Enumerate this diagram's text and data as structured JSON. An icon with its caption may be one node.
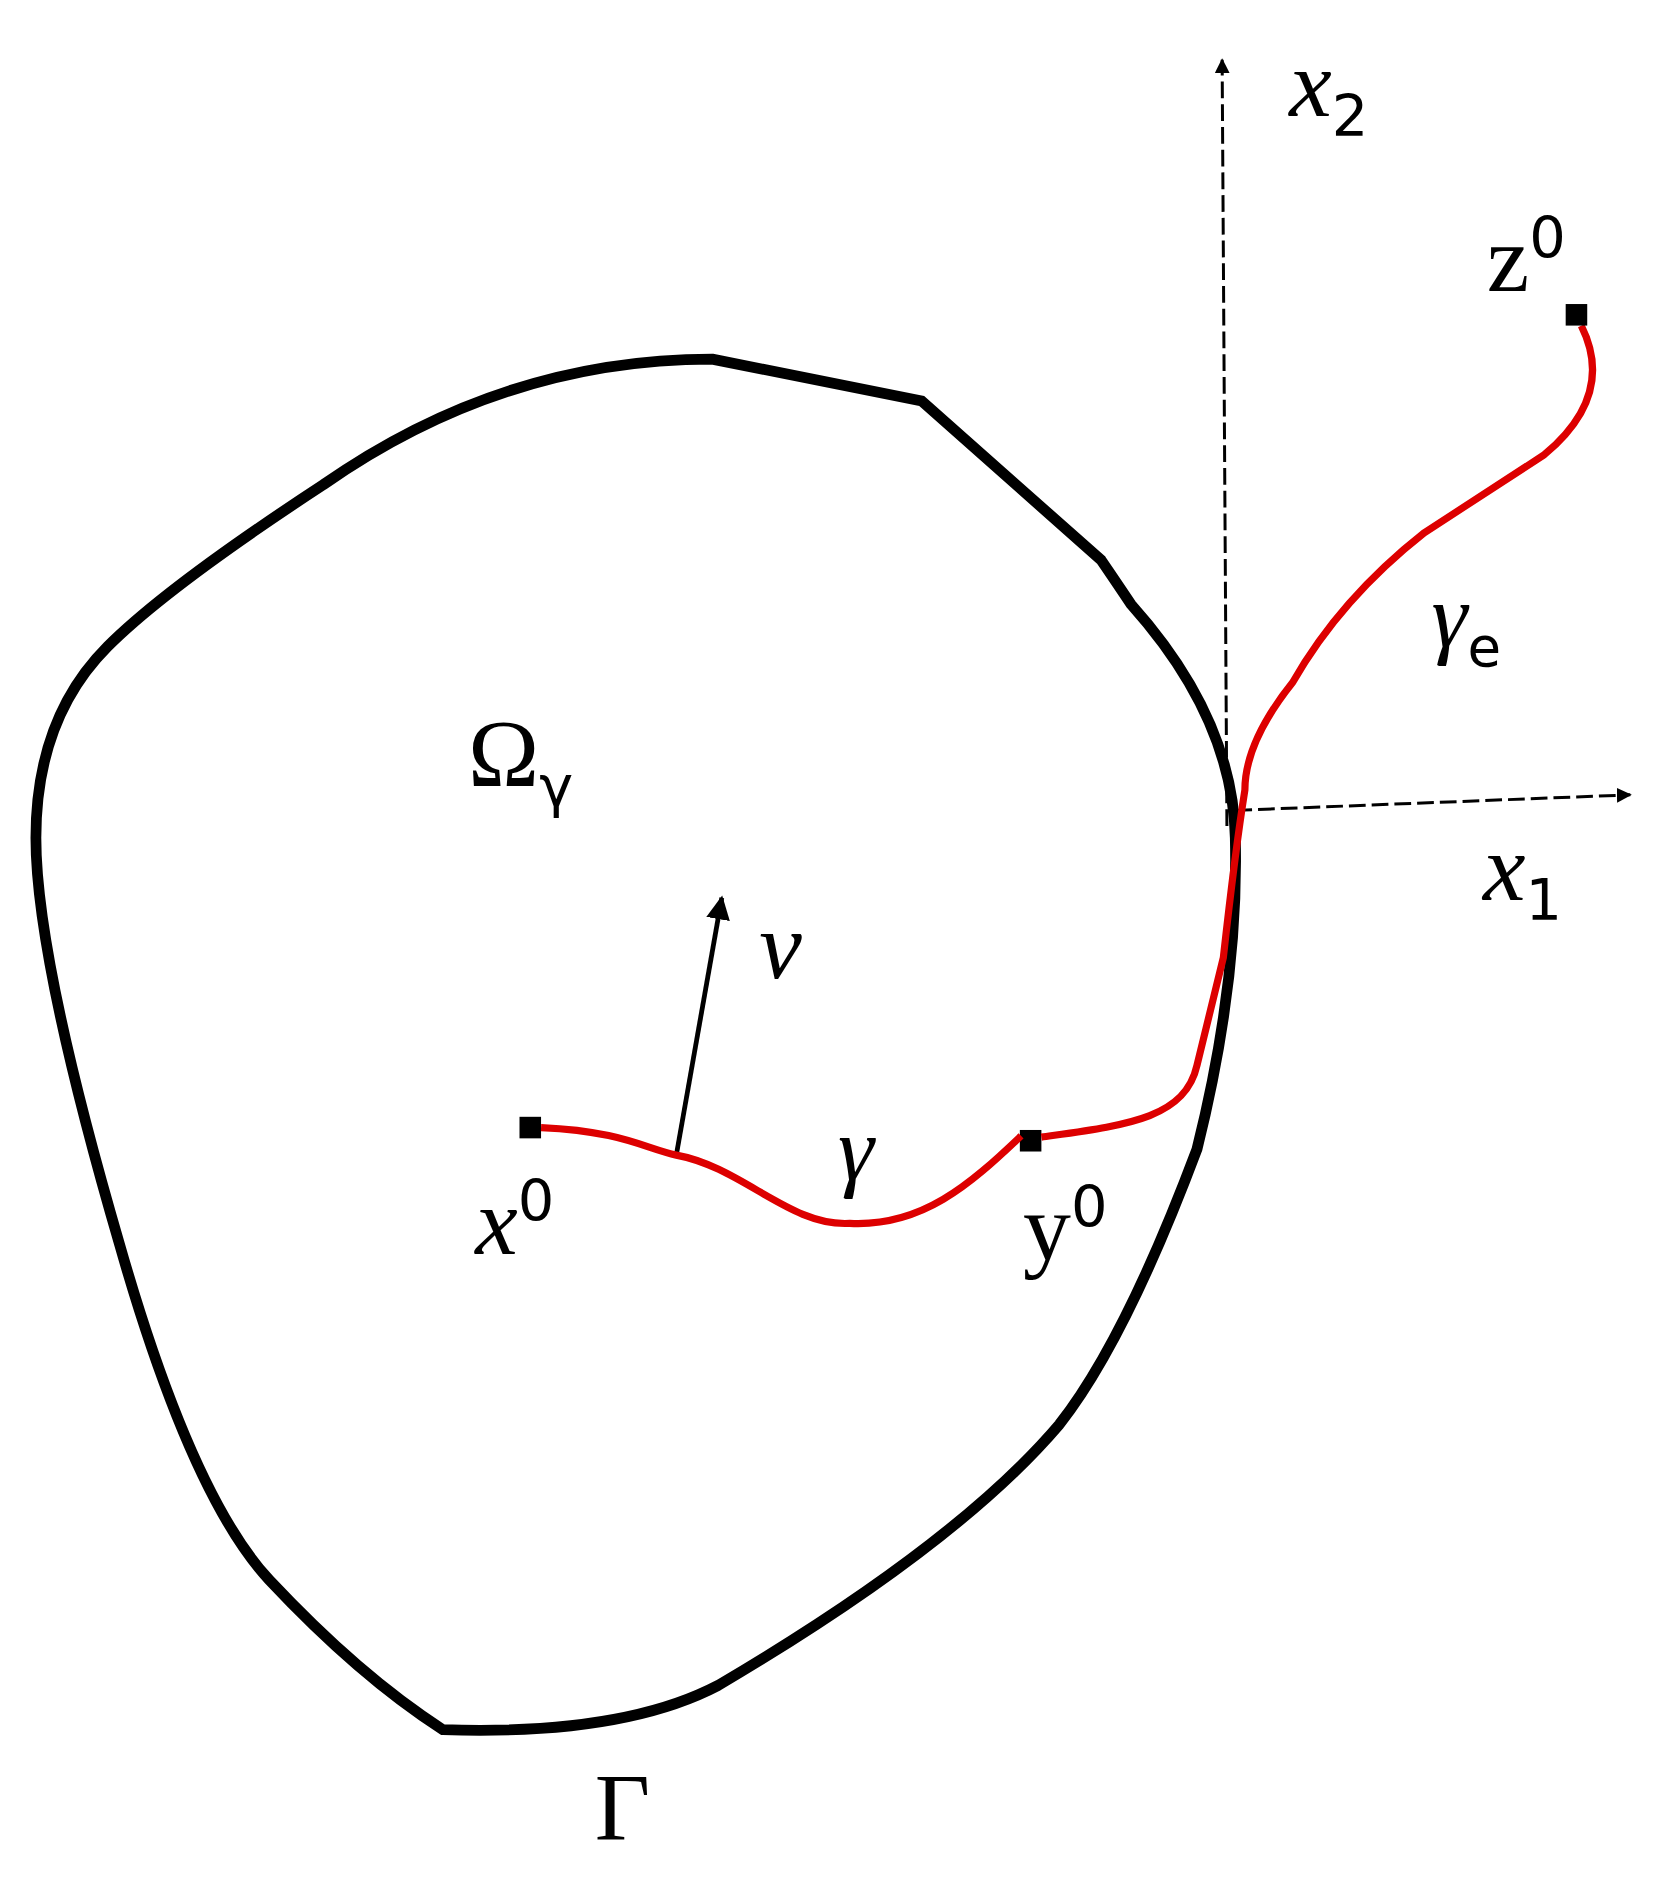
{
  "diagram": {
    "nodes": [
      {
        "text": [
          "Ω$_{γ}$"
        ],
        "beside": [
          "Γ"
        ]
      },
      {
        "text": [],
        "shape": "box",
        "in": 0,
        "beside": [
          "x$^{0}$"
        ]
      },
      {
        "text": [],
        "shape": "box",
        "in": 0,
        "beside": [
          "y$^{0}$"
        ]
      },
      {
        "text": [],
        "shape": "box",
        "beside": [
          "z$^{0}$"
        ]
      }
    ],
    "edges": [
      {
        "from": 1,
        "to": 2,
        "arrow": "none",
        "label": "γ"
      },
      {
        "from": 2,
        "to": 3,
        "arrow": "none",
        "label": "γ$_{e}$"
      }
    ],
    "labels": [
      "ν",
      "x$_{2}$",
      "x$_{1}$"
    ]
  }
}
